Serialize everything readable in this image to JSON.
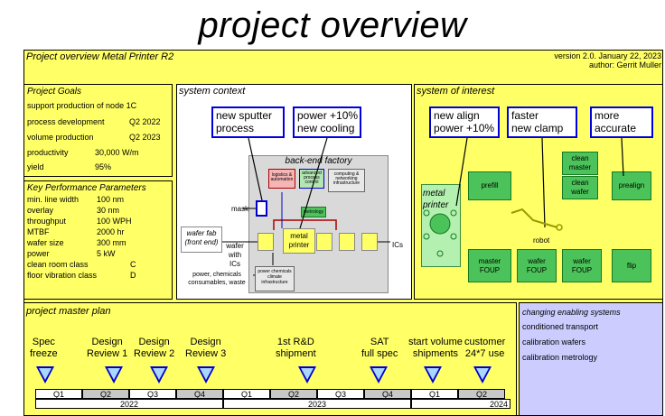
{
  "title": "project overview",
  "header": {
    "left": "Project overview Metal Printer R2",
    "version": "version 2.0. January 22, 2023",
    "author": "author: Gerrit Muller"
  },
  "goals": {
    "title": "Project Goals",
    "rows": [
      {
        "label": "support production of node 1C",
        "value": ""
      },
      {
        "label": "process development",
        "value": "Q2 2022"
      },
      {
        "label": "volume production",
        "value": "Q2 2023"
      },
      {
        "label": "productivity",
        "value": "30,000 W/m"
      },
      {
        "label": "yield",
        "value": "95%"
      }
    ]
  },
  "kpp": {
    "title": "Key Performance Parameters",
    "rows": [
      {
        "label": "min. line width",
        "value": "100 nm"
      },
      {
        "label": "overlay",
        "value": "30 nm"
      },
      {
        "label": "throughput",
        "value": "100 WPH"
      },
      {
        "label": "MTBF",
        "value": "2000 hr"
      },
      {
        "label": "wafer size",
        "value": "300 mm"
      },
      {
        "label": "power",
        "value": "5 kW"
      },
      {
        "label": "clean room class",
        "value": "C"
      },
      {
        "label": "floor vibration class",
        "value": "D"
      }
    ]
  },
  "context": {
    "title": "system context",
    "callouts": [
      {
        "l1": "new sputter",
        "l2": "process"
      },
      {
        "l1": "power +10%",
        "l2": "new cooling"
      }
    ],
    "factory": "back-end factory",
    "logistics": "logistics & automation",
    "process_control": "advanced process control",
    "computing": "computing & networking infrastructure",
    "metrology": "metrology",
    "mask": "mask",
    "wafer_fab": "wafer fab (front end)",
    "wafer_with_ics": "wafer with ICs",
    "metal_printer": "metal printer",
    "ics": "ICs",
    "power_chem": "power, chemicals consumables, waste",
    "power_box": "power chemicals climate infrastructure"
  },
  "soi": {
    "title": "system of interest",
    "callouts": [
      {
        "l1": "new align",
        "l2": "power +10%"
      },
      {
        "l1": "faster",
        "l2": "new clamp"
      },
      {
        "l1": "more",
        "l2": "accurate"
      }
    ],
    "metal_printer": "metal printer",
    "modules": {
      "prefill": "prefill",
      "clean_master": "clean master",
      "clean_wafer": "clean wafer",
      "prealign": "prealign",
      "robot": "robot",
      "master_foup": "master FOUP",
      "wafer_foup_1": "wafer FOUP",
      "wafer_foup_2": "wafer FOUP",
      "flip": "flip"
    }
  },
  "plan": {
    "title": "project master plan",
    "milestones": [
      {
        "l1": "Spec",
        "l2": "freeze"
      },
      {
        "l1": "Design",
        "l2": "Review 1"
      },
      {
        "l1": "Design",
        "l2": "Review 2"
      },
      {
        "l1": "Design",
        "l2": "Review 3"
      },
      {
        "l1": "1st R&D",
        "l2": "shipment"
      },
      {
        "l1": "SAT",
        "l2": "full spec"
      },
      {
        "l1": "start volume",
        "l2": "shipments"
      },
      {
        "l1": "customer",
        "l2": "24*7 use"
      }
    ],
    "quarters": [
      "Q1",
      "Q2",
      "Q3",
      "Q4",
      "Q1",
      "Q2",
      "Q3",
      "Q4",
      "Q1",
      "Q2"
    ],
    "years": [
      "2022",
      "2023",
      "2024"
    ]
  },
  "enabling": {
    "title": "changing enabling systems",
    "items": [
      "conditioned transport",
      "calibration wafers",
      "calibration metrology"
    ]
  },
  "colors": {
    "yellow": "#ffff66",
    "callout_border": "#0000dd",
    "module_green": "#4cc35a",
    "enabling_bg": "#ccccff",
    "milestone_blue": "#0000cc"
  }
}
